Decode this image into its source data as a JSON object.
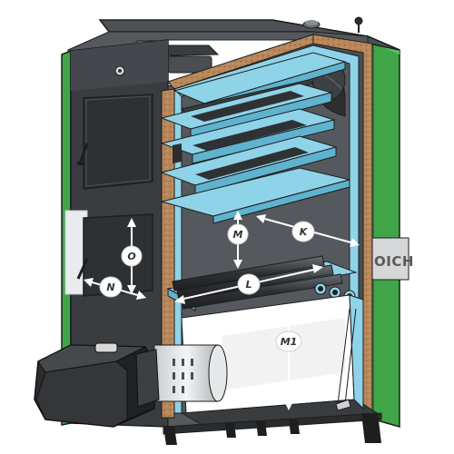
{
  "diagram": {
    "dimension_labels": {
      "O": "O",
      "N": "N",
      "M": "M",
      "K": "K",
      "L": "L",
      "M1": "M1"
    },
    "brand_badge": "OICH",
    "colors": {
      "body_dark": "#3a3d40",
      "body_mid": "#4a4e52",
      "body_light": "#5e6266",
      "green_panel": "#3fa548",
      "green_dark": "#2f7f37",
      "insulation_blue": "#8fd3e8",
      "insulation_tan": "#b8875a",
      "burner_dark": "#2b2d2f",
      "arrow_white": "#ffffff"
    }
  }
}
